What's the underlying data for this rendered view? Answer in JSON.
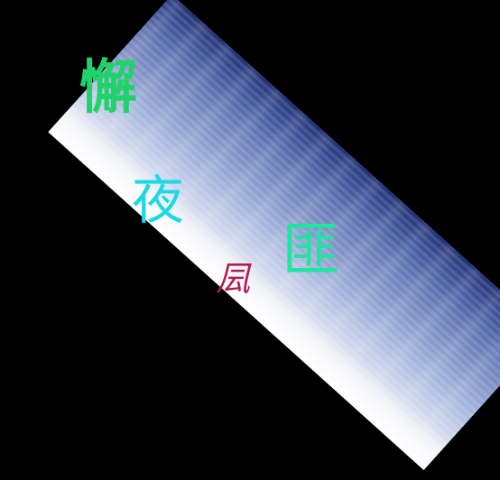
{
  "image": {
    "background_color": "#000000",
    "strip_colors": [
      "#1b2a6e",
      "#5a6fb0",
      "#9fb0da",
      "#eceff7"
    ]
  },
  "glyphs": [
    {
      "text": "懈",
      "color": "#1fd36a"
    },
    {
      "text": "夜",
      "color": "#1fd8e6"
    },
    {
      "text": "凨",
      "color": "#b21c4e"
    },
    {
      "text": "匪",
      "color": "#1ee6a0"
    }
  ]
}
